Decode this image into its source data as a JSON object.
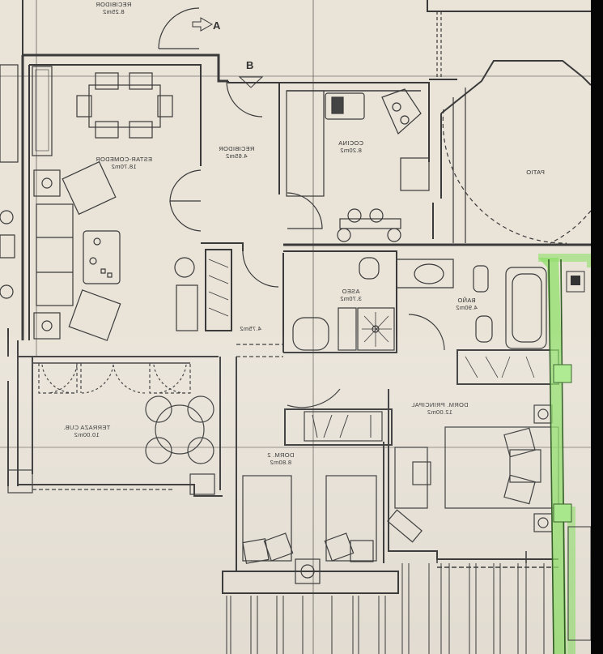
{
  "plan": {
    "mirrored": true,
    "highlight_color": "#8fe06a",
    "line_color": "#3a3a3a",
    "paper_color": "#e9e3d8"
  },
  "rooms": [
    {
      "id": "recibidor-top",
      "name": "RECIBIDOR",
      "area": "8.25m2"
    },
    {
      "id": "estar-comedor",
      "name": "ESTAR-COMEDOR",
      "area": "18.70m2"
    },
    {
      "id": "recibidor",
      "name": "RECIBIDOR",
      "area": "4.65m2"
    },
    {
      "id": "cocina",
      "name": "COCINA",
      "area": "8.20m2"
    },
    {
      "id": "patio",
      "name": "PATIO",
      "area": ""
    },
    {
      "id": "aseo",
      "name": "ASEO",
      "area": "3.70m2"
    },
    {
      "id": "bano",
      "name": "BAÑO",
      "area": "4.90m2"
    },
    {
      "id": "pasillo",
      "name": "",
      "area": "4.75m2"
    },
    {
      "id": "terraza",
      "name": "TERRAZA CUB.",
      "area": "10.00m2"
    },
    {
      "id": "dorm-principal",
      "name": "DORM. PRINCIPAL",
      "area": "12.00m2"
    },
    {
      "id": "dorm-2",
      "name": "DORM. 2",
      "area": "8.80m2"
    }
  ],
  "markers": {
    "a": "A",
    "b": "B"
  }
}
